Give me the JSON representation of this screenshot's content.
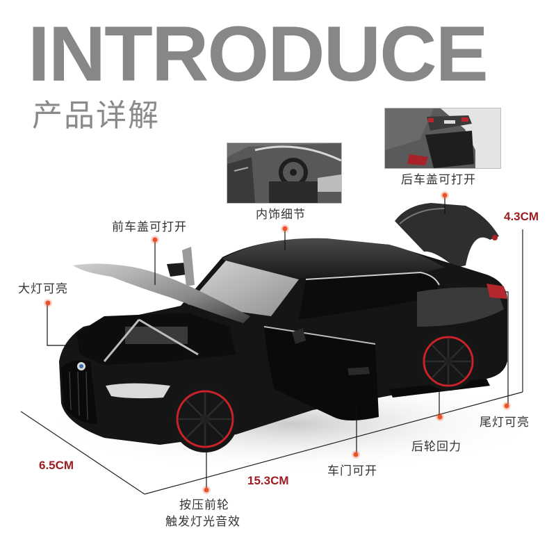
{
  "header": {
    "title": "INTRODUCE",
    "subtitle": "产品详解"
  },
  "thumbnails": [
    {
      "id": "interior",
      "caption": "内饰细节",
      "icon": "car-interior-photo"
    },
    {
      "id": "trunk",
      "caption": "后车盖可打开",
      "icon": "car-trunk-photo"
    }
  ],
  "callouts": {
    "hood": "前车盖可打开",
    "headlight": "大灯可亮",
    "interior": "内饰细节",
    "trunk": "后车盖可打开",
    "door": "车门可开",
    "rear_wheel": "后轮回力",
    "taillight": "尾灯可亮",
    "front_wheel_line1": "按压前轮",
    "front_wheel_line2": "触发灯光音效"
  },
  "dimensions": {
    "height": "4.3CM",
    "width": "6.5CM",
    "length": "15.3CM"
  },
  "colors": {
    "title_gray": "#878787",
    "dimension_red": "#9b1c22",
    "callout_dot": "#e8532c",
    "rim_red": "#c8222a",
    "car_body": "#141414"
  }
}
